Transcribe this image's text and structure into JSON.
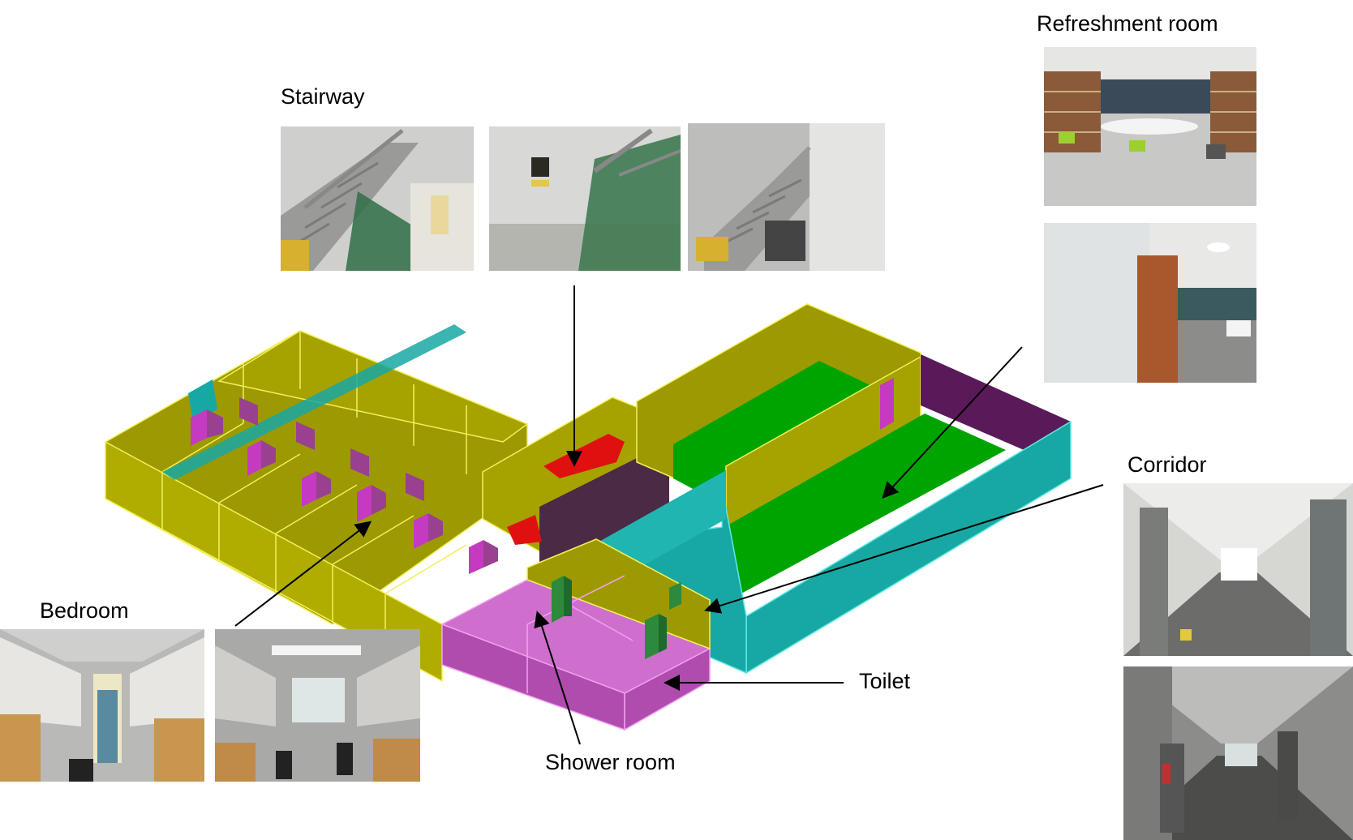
{
  "labels": {
    "stairway": "Stairway",
    "refreshment_room": "Refreshment room",
    "corridor": "Corridor",
    "bedroom": "Bedroom",
    "toilet": "Toilet",
    "shower_room": "Shower room"
  },
  "colors": {
    "wall_yellow": "#9c9a00",
    "wall_yellow_light": "#b5b200",
    "edge_yellow": "#f2f05a",
    "floor_green": "#00a400",
    "cyan": "#18a8a4",
    "magenta": "#b04cae",
    "magenta_light": "#cf6fcd",
    "purple_dark": "#5a1a5a",
    "stair_red": "#e01010",
    "dark_shaft": "#4a2a45",
    "door_green": "#2d8a3c",
    "door_magenta": "#c43ac0"
  }
}
